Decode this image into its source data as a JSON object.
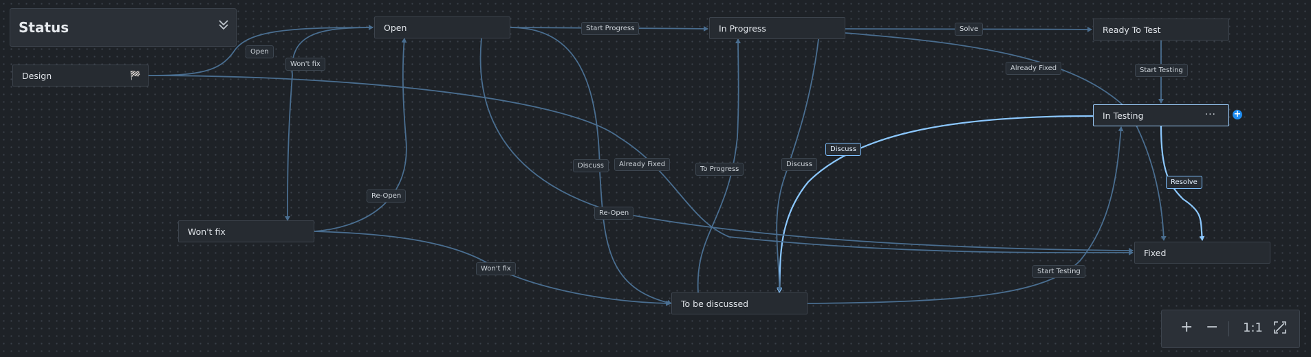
{
  "panel": {
    "title": "Status",
    "collapse_icon": "chevron-double-down-icon"
  },
  "nodes": [
    {
      "id": "design",
      "label": "Design",
      "icon": "checkered-flag-icon"
    },
    {
      "id": "open",
      "label": "Open"
    },
    {
      "id": "in-progress",
      "label": "In Progress"
    },
    {
      "id": "ready-to-test",
      "label": "Ready To Test"
    },
    {
      "id": "in-testing",
      "label": "In Testing",
      "selected": true,
      "icon": "more-icon"
    },
    {
      "id": "wont-fix",
      "label": "Won't fix"
    },
    {
      "id": "fixed",
      "label": "Fixed"
    },
    {
      "id": "to-be-discussed",
      "label": "To be discussed"
    }
  ],
  "transitions": [
    {
      "label": "Open",
      "from": "design",
      "to": "open"
    },
    {
      "label": "Won't fix",
      "from": "open",
      "to": "wont-fix"
    },
    {
      "label": "Start Progress",
      "from": "open",
      "to": "in-progress"
    },
    {
      "label": "Solve",
      "from": "in-progress",
      "to": "ready-to-test"
    },
    {
      "label": "Already Fixed",
      "from": "in-progress",
      "to": "fixed"
    },
    {
      "label": "Start Testing",
      "from": "ready-to-test",
      "to": "in-testing"
    },
    {
      "label": "Discuss",
      "from": "in-testing",
      "to": "to-be-discussed",
      "highlighted": true
    },
    {
      "label": "Resolve",
      "from": "in-testing",
      "to": "fixed",
      "highlighted": true
    },
    {
      "label": "Discuss",
      "from": "open",
      "to": "to-be-discussed"
    },
    {
      "label": "Already Fixed",
      "from": "design",
      "to": "fixed"
    },
    {
      "label": "To Progress",
      "from": "to-be-discussed",
      "to": "in-progress"
    },
    {
      "label": "Discuss",
      "from": "in-progress",
      "to": "to-be-discussed"
    },
    {
      "label": "Re-Open",
      "from": "wont-fix",
      "to": "open"
    },
    {
      "label": "Re-Open",
      "from": "open",
      "to": "fixed"
    },
    {
      "label": "Won't fix",
      "from": "wont-fix",
      "to": "to-be-discussed"
    },
    {
      "label": "Start Testing",
      "from": "to-be-discussed",
      "to": "in-testing"
    }
  ],
  "zoom": {
    "zoom_in": "+",
    "zoom_out": "−",
    "reset_label": "1:1",
    "fit_icon": "fit-to-screen-icon"
  },
  "colors": {
    "edge": "#4a6e90",
    "edge_highlight": "#8cc8ff",
    "accent": "#1f8cf0"
  }
}
